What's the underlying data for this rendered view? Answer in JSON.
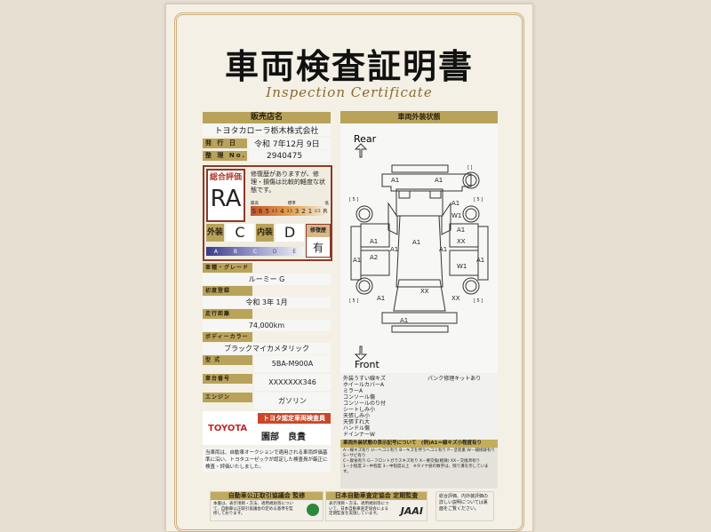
{
  "header": {
    "title": "車両検査証明書",
    "subtitle": "Inspection Certificate"
  },
  "dealer": {
    "label": "販売店名",
    "value": "トヨタカローラ栃木株式会社"
  },
  "issue_date": {
    "label": "発 行 日",
    "value": "令和 7年12月 9日"
  },
  "serial_no": {
    "label": "整 理 No.",
    "value": "2940475"
  },
  "overall": {
    "label": "総合評価",
    "grade": "RA",
    "comment": "修復歴がありますが、修理・損傷は比較的軽度な状態です。",
    "scale_high": "最高",
    "scale_std": "標準",
    "scale_low": "低",
    "scale": [
      "S",
      "6",
      "5",
      "4.5",
      "4",
      "3.5",
      "3",
      "2",
      "1",
      "0.5",
      "R"
    ],
    "exterior_label": "外装",
    "exterior": "C",
    "interior_label": "内装",
    "interior": "D",
    "repair_label": "修復歴",
    "repair": "有",
    "sub_scale": [
      "A",
      "B",
      "C",
      "D",
      "E"
    ]
  },
  "vehicle": [
    {
      "label": "車種・グレード",
      "value": "ルーミー G"
    },
    {
      "label": "初度登録",
      "value": "令和 3年 1月"
    },
    {
      "label": "走行距離",
      "value": "74,000km"
    },
    {
      "label": "ボディーカラー",
      "value": "ブラックマイカメタリック"
    },
    {
      "label": "型 式",
      "value": "5BA-M900A"
    },
    {
      "label": "車台番号",
      "value": "XXXXXXX346"
    },
    {
      "label": "エンジン",
      "value": "ガソリン"
    }
  ],
  "inspector": {
    "brand": "TOYOTA",
    "badge": "トヨタ認定車両検査員",
    "name": "園部　良貴"
  },
  "statement": "当車両は、自動車オークションで適用される車両評価基準に沿い、トヨタユーゼックが認定した検査員が厳正に検査・評価いたしました。",
  "diagram": {
    "title": "車両外装状態",
    "rear": "Rear",
    "front": "Front",
    "marks": [
      "A1",
      "A1",
      "[ 5 ]",
      "[ 5 ]",
      "[ ]",
      "A1",
      "W1",
      "A1",
      "A1",
      "A1",
      "XX",
      "A1",
      "A1",
      "A2",
      "A1",
      "A1",
      "W1",
      "XX",
      "A1",
      "XX",
      "[ 5 ]",
      "[ 5 ]",
      "A1"
    ]
  },
  "notes": {
    "left": [
      "外装うすい線キズ",
      "ホイールカバーA",
      "ミラーA",
      "コンソール傷",
      "コンソールのり付",
      "シートしみ小",
      "天張しみ小",
      "天張すれ大",
      "ハンドル傷",
      "ドインナーW"
    ],
    "right": "パンク修理キットあり"
  },
  "legend": {
    "title": "車両外装状態の表示記号について　(例)A1＝線キズ小程度有り",
    "lines": [
      "A－線キズ有り U－ヘコミ有り B－キズを伴うヘコミ有り P－塗装素 W－補修跡有り S－サビ有り",
      "C－腐食有り G－フロントガラスキズ有り X－要交換(軽微) XX－交換済有り",
      "1－小程度 2－中程度 3－中程度以上　※タイヤ値の数字は、残り溝を示しています。"
    ]
  },
  "footer": [
    {
      "title": "自動車公正取引協議会 監修",
      "text": "本書は、表示項目・方法、適用規則等について、自動車公正取引協議会の定める基準を監修しております。"
    },
    {
      "title": "日本自動車査定協会 定期監査",
      "text": "表示項目・方法、適用規則等について、日本自動車査定協会による定期監査を実施しています。",
      "logo": "JAAI"
    },
    {
      "text": "総合評価、内外装評価の詳しい説明については裏面をご覧ください。"
    }
  ]
}
